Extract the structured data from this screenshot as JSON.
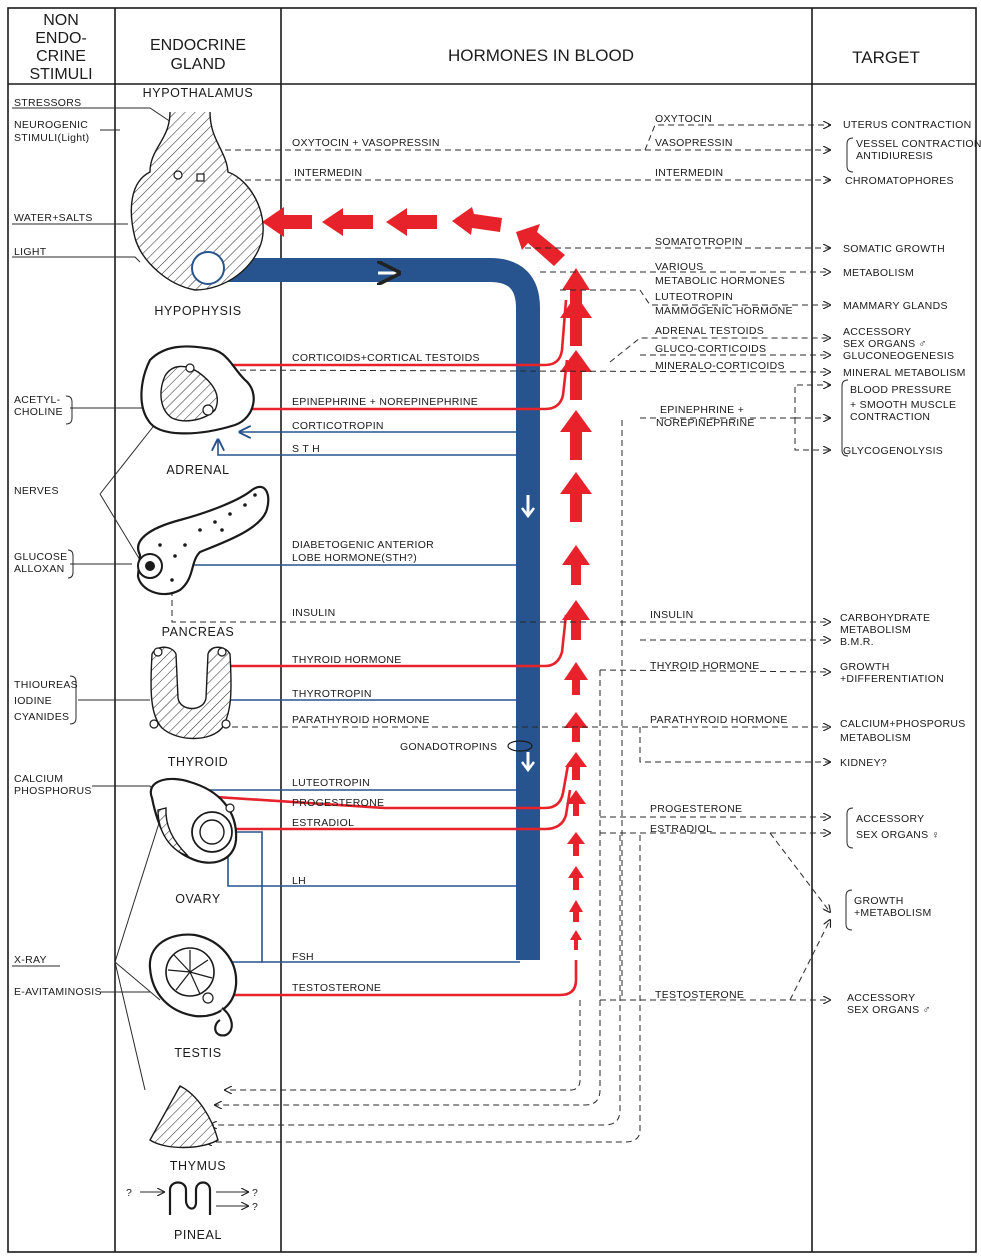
{
  "headers": {
    "non_endocrine": [
      "NON",
      "ENDO-",
      "CRINE",
      "STIMULI"
    ],
    "endocrine": [
      "ENDOCRINE",
      "GLAND"
    ],
    "blood": "HORMONES IN BLOOD",
    "target": "TARGET"
  },
  "stimuli": {
    "stressors": "STRESSORS",
    "neurogenic_1": "NEUROGENIC",
    "neurogenic_2": "STIMULI(Light)",
    "water": "WATER+SALTS",
    "light": "LIGHT",
    "acetyl_1": "ACETYL-",
    "acetyl_2": "CHOLINE",
    "nerves": "NERVES",
    "glucose": "GLUCOSE",
    "alloxan": "ALLOXAN",
    "thioureas": "THIOUREAS",
    "iodine": "IODINE",
    "cyanides": "CYANIDES",
    "calcium": "CALCIUM",
    "phosphorus": "PHOSPHORUS",
    "xray": "X-RAY",
    "eavit": "E-AVITAMINOSIS"
  },
  "glands": {
    "hypothalamus": "HYPOTHALAMUS",
    "hypophysis": "HYPOPHYSIS",
    "adrenal": "ADRENAL",
    "pancreas": "PANCREAS",
    "thyroid": "THYROID",
    "ovary": "OVARY",
    "testis": "TESTIS",
    "thymus": "THYMUS",
    "pineal": "PINEAL"
  },
  "hormones": {
    "oxy_vaso": "OXYTOCIN + VASOPRESSIN",
    "intermedin": "INTERMEDIN",
    "corticoids": "CORTICOIDS+CORTICAL TESTOIDS",
    "epi_norepi": "EPINEPHRINE  + NOREPINEPHRINE",
    "corticotropin": "CORTICOTROPIN",
    "sth": "S T H",
    "diabeto_1": "DIABETOGENIC ANTERIOR",
    "diabeto_2": "LOBE HORMONE(STH?)",
    "insulin": "INSULIN",
    "thyroid_hormone": "THYROID HORMONE",
    "thyrotropin": "THYROTROPIN",
    "parathyroid": "PARATHYROID HORMONE",
    "gonadotropins": "GONADOTROPINS",
    "luteotropin": "LUTEOTROPIN",
    "progesterone": "PROGESTERONE",
    "estradiol": "ESTRADIOL",
    "lh": "LH",
    "fsh": "FSH",
    "testosterone": "TESTOSTERONE"
  },
  "right_hormones": {
    "oxytocin": "OXYTOCIN",
    "vasopressin": "VASOPRESSIN",
    "intermedin": "INTERMEDIN",
    "somatotropin": "SOMATOTROPIN",
    "various_1": "VARIOUS",
    "various_2": "METABOLIC HORMONES",
    "luteotropin": "LUTEOTROPIN",
    "mammogenic": "MAMMOGENIC HORMONE",
    "adrenal_testoids": "ADRENAL TESTOIDS",
    "gluco": "GLUCO-CORTICOIDS",
    "mineralo": "MINERALO-CORTICOIDS",
    "epi_1": "EPINEPHRINE +",
    "epi_2": "NOREPINEPHRINE",
    "insulin": "INSULIN",
    "thyroid_hormone": "THYROID HORMONE",
    "parathyroid": "PARATHYROID HORMONE",
    "progesterone": "PROGESTERONE",
    "estradiol": "ESTRADIOL",
    "testosterone": "TESTOSTERONE"
  },
  "targets": {
    "uterus": "UTERUS CONTRACTION",
    "vessel_1": "VESSEL CONTRACTION",
    "vessel_2": "ANTIDIURESIS",
    "chromato": "CHROMATOPHORES",
    "somatic": "SOMATIC GROWTH",
    "metabolism": "METABOLISM",
    "mammary": "MAMMARY  GLANDS",
    "accessory_m_1": "ACCESSORY",
    "accessory_m_2": "SEX ORGANS ♂",
    "gluconeo": "GLUCONEOGENESIS",
    "mineral": "MINERAL METABOLISM",
    "bp_1": "BLOOD PRESSURE",
    "bp_2": "+ SMOOTH MUSCLE",
    "bp_3": "CONTRACTION",
    "glyco": "GLYCOGENOLYSIS",
    "carbo_1": "CARBOHYDRATE",
    "carbo_2": "METABOLISM",
    "bmr": "B.M.R.",
    "growth_1": "GROWTH",
    "growth_2": "+DIFFERENTIATION",
    "calcium_1": "CALCIUM+PHOSPORUS",
    "calcium_2": "METABOLISM",
    "kidney": "KIDNEY?",
    "acc_f_1": "ACCESSORY",
    "acc_f_2": "SEX ORGANS ♀",
    "gm_1": "GROWTH",
    "gm_2": "+METABOLISM",
    "acc_t_1": "ACCESSORY",
    "acc_t_2": "SEX ORGANS ♂"
  },
  "pineal_marks": [
    "?",
    "?",
    "?"
  ],
  "colors": {
    "hormone_red": "#e8222a",
    "pituitary_blue": "#27548e",
    "ink": "#1a1a1a"
  }
}
